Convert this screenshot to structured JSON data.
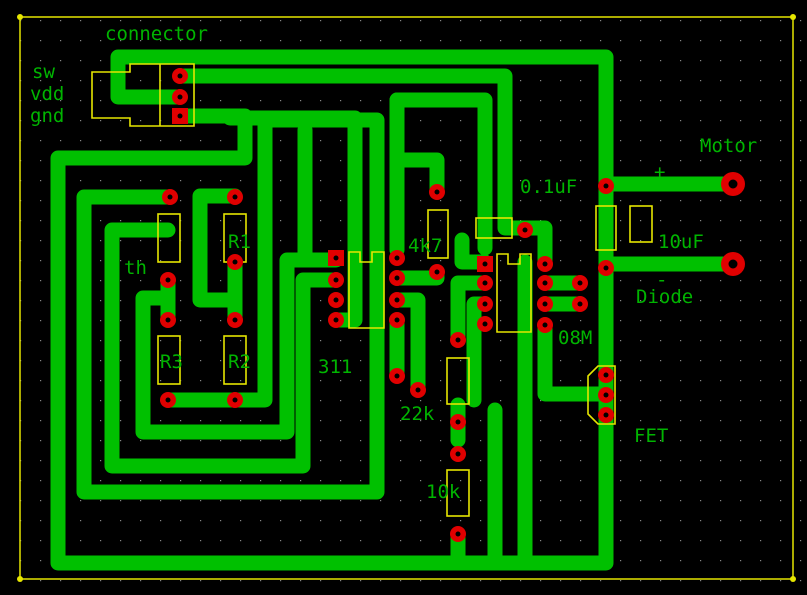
{
  "board": {
    "background": "#000000",
    "trace_color": "#00c000",
    "pad_color": "#e00000",
    "silkscreen_color": "#e6e600",
    "text_color": "#00b400",
    "grid_color": "#8a8a8a"
  },
  "labels": {
    "connector": "connector",
    "sw": "sw",
    "vdd": "vdd",
    "gnd": "gnd",
    "motor": "Motor",
    "plus": "+",
    "minus": "-",
    "cap_01": "0.1uF",
    "cap_10": "10uF",
    "diode": "Diode",
    "r4k7": "4k7",
    "th": "th",
    "r1": "R1",
    "r2": "R2",
    "r3": "R3",
    "ic311": "311",
    "ic08m": "08M",
    "r22k": "22k",
    "r10k": "10k",
    "fet": "FET"
  }
}
